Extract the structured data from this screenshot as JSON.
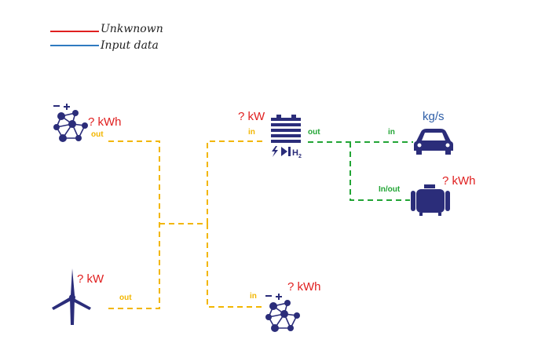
{
  "legend": [
    {
      "label": "Unkwnown",
      "color": "#e02020"
    },
    {
      "label": "Input data",
      "color": "#2f7ac0"
    }
  ],
  "nodes": {
    "network_top": {
      "value_label": "? kWh",
      "port_label": "out",
      "icon": "network-sign-icon"
    },
    "electrolyzer": {
      "value_label": "? kW",
      "port_in_label": "in",
      "port_out_label": "out",
      "icon": "electrolyzer-icon",
      "h2_label": "H",
      "h2_sub": "2"
    },
    "car": {
      "value_label": "kg/s",
      "port_label": "in",
      "icon": "car-icon"
    },
    "tank": {
      "value_label": "? kWh",
      "port_label": "In/out",
      "icon": "tank-icon"
    },
    "wind": {
      "value_label": "? kW",
      "port_label": "out",
      "icon": "wind-turbine-icon"
    },
    "network_bottom": {
      "value_label": "? kWh",
      "port_label": "in",
      "icon": "network-sign-icon"
    }
  },
  "colors": {
    "unknown": "#e02020",
    "input": "#2f7ac0",
    "electric_wire": "#f2b600",
    "hydrogen_wire": "#22a535",
    "icon": "#2b2d7a"
  }
}
